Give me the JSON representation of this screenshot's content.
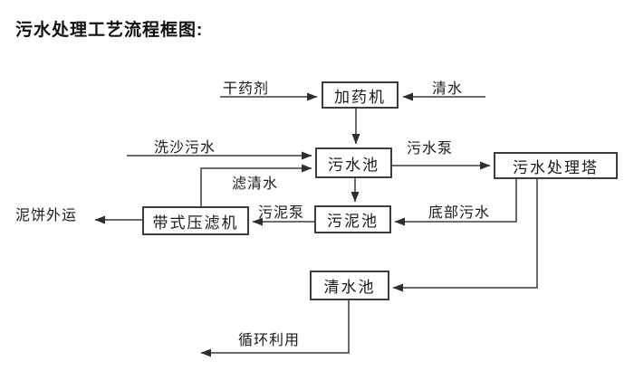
{
  "title": "污水处理工艺流程框图:",
  "colors": {
    "line": "#3c3c3c",
    "text": "#1a1a1a",
    "box_border": "#3c3c3c",
    "background": "#ffffff"
  },
  "nodes": {
    "dosing_machine": {
      "label": "加药机"
    },
    "sewage_pool": {
      "label": "污水池"
    },
    "treatment_tower": {
      "label": "污水处理塔"
    },
    "belt_filter_press": {
      "label": "带式压滤机"
    },
    "sludge_pool": {
      "label": "污泥池"
    },
    "clean_water_pool": {
      "label": "清水池"
    }
  },
  "flow_labels": {
    "dry_chemical": "干药剂",
    "clean_water": "清水",
    "sand_washing_sewage": "洗沙污水",
    "filtered_water": "滤清水",
    "sewage_pump": "污水泵",
    "bottom_sewage": "底部污水",
    "sludge_pump": "污泥泵",
    "mud_cake_out": "泥饼外运",
    "recycling": "循环利用"
  },
  "edges": [
    {
      "from": "干药剂",
      "to": "加药机",
      "label": "干药剂"
    },
    {
      "from": "清水",
      "to": "加药机",
      "label": "清水"
    },
    {
      "from": "加药机",
      "to": "污水池",
      "label": ""
    },
    {
      "from": "洗沙污水",
      "to": "污水池",
      "label": "洗沙污水"
    },
    {
      "from": "带式压滤机",
      "to": "污水池",
      "label": "滤清水"
    },
    {
      "from": "污水池",
      "to": "污水处理塔",
      "label": "污水泵"
    },
    {
      "from": "污水池",
      "to": "污泥池",
      "label": ""
    },
    {
      "from": "污水处理塔",
      "to": "污泥池",
      "label": "底部污水"
    },
    {
      "from": "污泥池",
      "to": "带式压滤机",
      "label": "污泥泵"
    },
    {
      "from": "带式压滤机",
      "to": "泥饼外运",
      "label": "泥饼外运"
    },
    {
      "from": "污水处理塔",
      "to": "清水池",
      "label": ""
    },
    {
      "from": "清水池",
      "to": "循环利用",
      "label": "循环利用"
    }
  ]
}
